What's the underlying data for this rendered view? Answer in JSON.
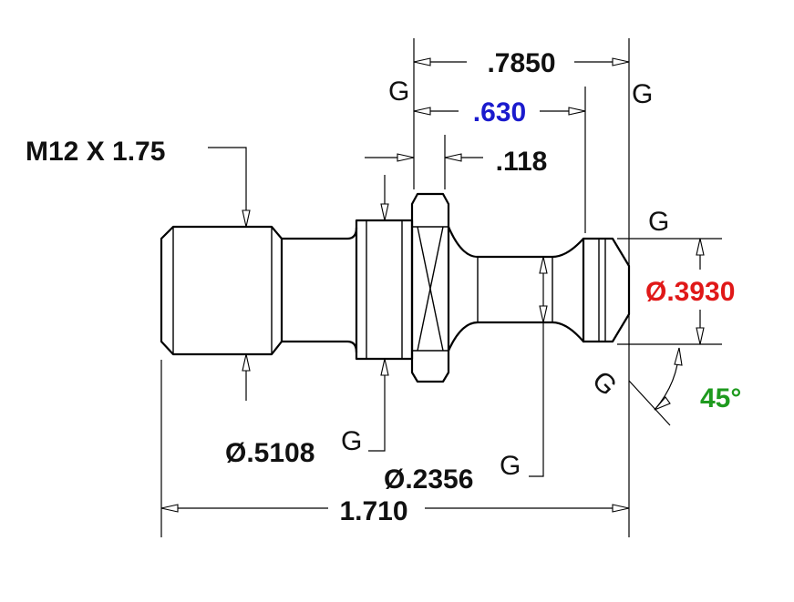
{
  "labels": {
    "thread": "M12 X 1.75",
    "overall_length": "1.710",
    "head_length": ".7850",
    "shank_length": ".630",
    "collar_width": ".118",
    "shank_dia": "Ø.5108",
    "neck_dia": "Ø.2356",
    "head_dia": "Ø.3930",
    "angle": "45°"
  },
  "gauge_symbol": "G",
  "colors": {
    "line": "#000000",
    "shank_length": "#1a1acd",
    "head_dia": "#e01818",
    "angle": "#1e9a1e"
  }
}
